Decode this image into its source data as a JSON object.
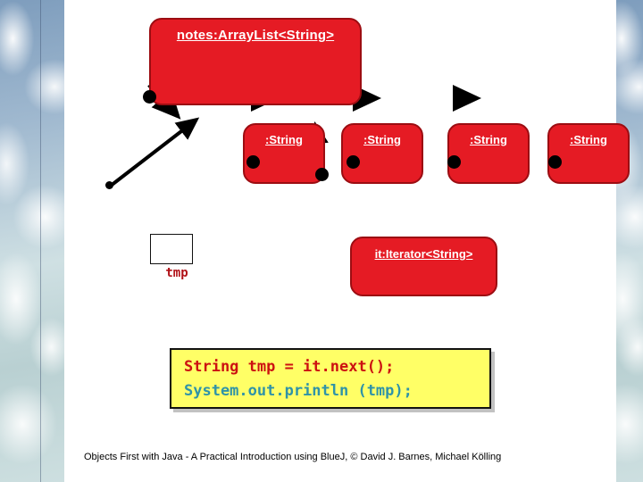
{
  "slide": {
    "title_box": {
      "label": "notes:ArrayList<String>"
    },
    "string_objects": [
      {
        "label": ":String"
      },
      {
        "label": ":String"
      },
      {
        "label": ":String"
      },
      {
        "label": ":String"
      }
    ],
    "iterator_box": {
      "label": "it:Iterator<String>"
    },
    "variable": {
      "name": "tmp",
      "value": ""
    },
    "code": {
      "line1": "String tmp = it.next();",
      "line2": "System.out.println (tmp);"
    },
    "footer": "Objects First with Java - A Practical Introduction using BlueJ, © David J. Barnes, Michael Kölling"
  },
  "colors": {
    "object_fill": "#e51b24",
    "object_border": "#9c0d12",
    "object_text": "#ffffff",
    "code_background": "#ffff66",
    "code_line1": "#cc1111",
    "code_line2": "#2f93a8",
    "variable_label": "#b01016",
    "connector": "#000000",
    "edge_texture": "#8fa9c6"
  }
}
